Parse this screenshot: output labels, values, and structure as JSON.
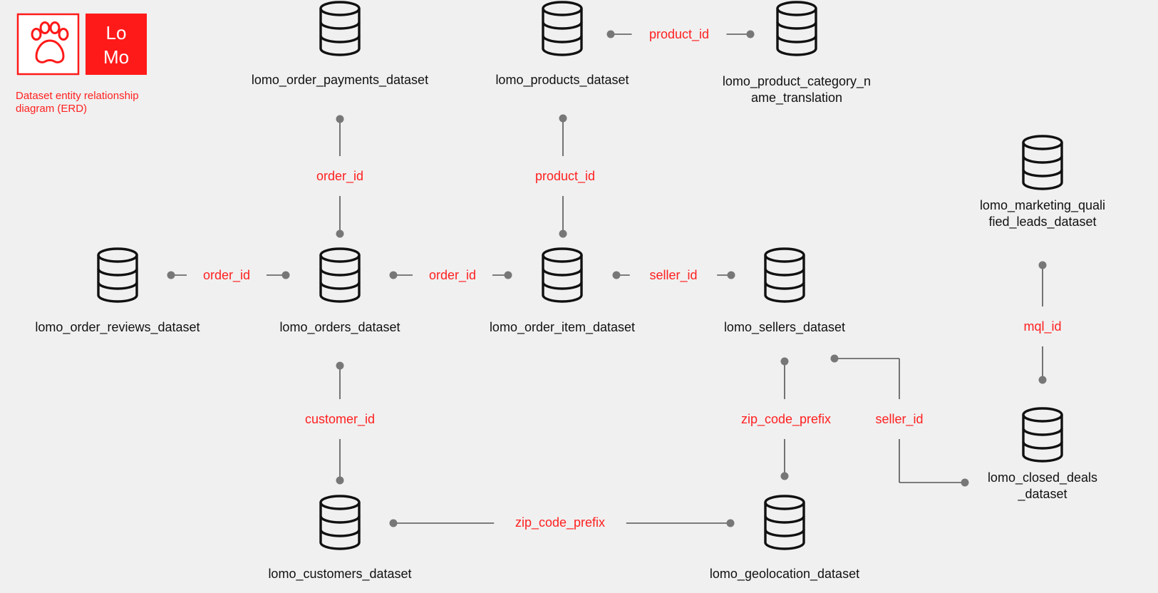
{
  "brand": {
    "logo_text_line1": "Lo",
    "logo_text_line2": "Mo",
    "caption_line1": "Dataset entity relationship",
    "caption_line2": "diagram (ERD)",
    "accent_color": "#ff1a1a",
    "paw_icon": "paw-icon"
  },
  "entities": [
    {
      "id": "order_payments",
      "label_lines": [
        "lomo_order_payments_dataset"
      ]
    },
    {
      "id": "products",
      "label_lines": [
        "lomo_products_dataset"
      ]
    },
    {
      "id": "product_category",
      "label_lines": [
        "lomo_product_category_n",
        "ame_translation"
      ]
    },
    {
      "id": "marketing_leads",
      "label_lines": [
        "lomo_marketing_quali",
        "fied_leads_dataset"
      ]
    },
    {
      "id": "order_reviews",
      "label_lines": [
        "lomo_order_reviews_dataset"
      ]
    },
    {
      "id": "orders",
      "label_lines": [
        "lomo_orders_dataset"
      ]
    },
    {
      "id": "order_item",
      "label_lines": [
        "lomo_order_item_dataset"
      ]
    },
    {
      "id": "sellers",
      "label_lines": [
        "lomo_sellers_dataset"
      ]
    },
    {
      "id": "closed_deals",
      "label_lines": [
        "lomo_closed_deals",
        "_dataset"
      ]
    },
    {
      "id": "customers",
      "label_lines": [
        "lomo_customers_dataset"
      ]
    },
    {
      "id": "geolocation",
      "label_lines": [
        "lomo_geolocation_dataset"
      ]
    }
  ],
  "relationships": [
    {
      "id": "products-category",
      "from": "products",
      "to": "product_category",
      "key": "product_id"
    },
    {
      "id": "payments-orders",
      "from": "order_payments",
      "to": "orders",
      "key": "order_id"
    },
    {
      "id": "products-item",
      "from": "products",
      "to": "order_item",
      "key": "product_id"
    },
    {
      "id": "reviews-orders",
      "from": "order_reviews",
      "to": "orders",
      "key": "order_id"
    },
    {
      "id": "orders-item",
      "from": "orders",
      "to": "order_item",
      "key": "order_id"
    },
    {
      "id": "item-sellers",
      "from": "order_item",
      "to": "sellers",
      "key": "seller_id"
    },
    {
      "id": "leads-deals",
      "from": "marketing_leads",
      "to": "closed_deals",
      "key": "mql_id"
    },
    {
      "id": "orders-customers",
      "from": "orders",
      "to": "customers",
      "key": "customer_id"
    },
    {
      "id": "sellers-geo",
      "from": "sellers",
      "to": "geolocation",
      "key": "zip_code_prefix"
    },
    {
      "id": "sellers-deals",
      "from": "sellers",
      "to": "closed_deals",
      "key": "seller_id"
    },
    {
      "id": "customers-geo",
      "from": "customers",
      "to": "geolocation",
      "key": "zip_code_prefix"
    }
  ]
}
